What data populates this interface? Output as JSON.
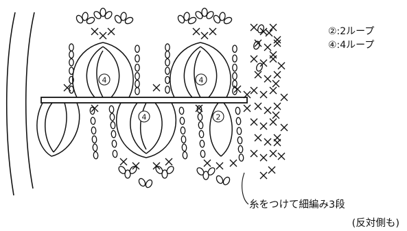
{
  "legend": {
    "item_2": "②:2ループ",
    "item_4": "④:4ループ"
  },
  "labels": {
    "loop_four_top_left": "4",
    "loop_four_top_right": "4",
    "loop_four_bottom": "4",
    "loop_two": "2"
  },
  "annotation": {
    "line1": "糸をつけて細編み3段",
    "line2": "(反対側も)"
  },
  "colors": {
    "ink": "#111111",
    "background": "#ffffff"
  }
}
